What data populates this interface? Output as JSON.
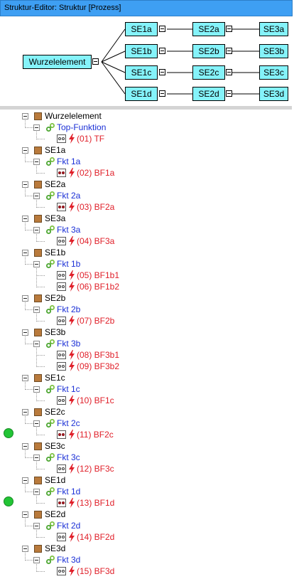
{
  "window": {
    "title": "Struktur-Editor: Struktur [Prozess]"
  },
  "diagram": {
    "root": "Wurzelelement",
    "rows": [
      [
        "SE1a",
        "SE2a",
        "SE3a"
      ],
      [
        "SE1b",
        "SE2b",
        "SE3b"
      ],
      [
        "SE1c",
        "SE2c",
        "SE3c"
      ],
      [
        "SE1d",
        "SE2d",
        "SE3d"
      ]
    ]
  },
  "tree": {
    "items": [
      {
        "kind": "se",
        "label": "Wurzelelement"
      },
      {
        "kind": "fn",
        "label": "Top-Funktion"
      },
      {
        "kind": "fm",
        "label": "(01) TF",
        "icon": "empty"
      },
      {
        "kind": "se",
        "label": "SE1a"
      },
      {
        "kind": "fn",
        "label": "Fkt 1a"
      },
      {
        "kind": "fm",
        "label": "(02) BF1a",
        "icon": "filled"
      },
      {
        "kind": "se",
        "label": "SE2a"
      },
      {
        "kind": "fn",
        "label": "Fkt 2a"
      },
      {
        "kind": "fm",
        "label": "(03) BF2a",
        "icon": "filled"
      },
      {
        "kind": "se",
        "label": "SE3a"
      },
      {
        "kind": "fn",
        "label": "Fkt 3a"
      },
      {
        "kind": "fm",
        "label": "(04) BF3a",
        "icon": "empty"
      },
      {
        "kind": "se",
        "label": "SE1b"
      },
      {
        "kind": "fn",
        "label": "Fkt 1b"
      },
      {
        "kind": "fm",
        "label": "(05) BF1b1",
        "icon": "empty"
      },
      {
        "kind": "fm",
        "label": "(06) BF1b2",
        "icon": "empty"
      },
      {
        "kind": "se",
        "label": "SE2b"
      },
      {
        "kind": "fn",
        "label": "Fkt 2b"
      },
      {
        "kind": "fm",
        "label": "(07) BF2b",
        "icon": "empty"
      },
      {
        "kind": "se",
        "label": "SE3b"
      },
      {
        "kind": "fn",
        "label": "Fkt 3b"
      },
      {
        "kind": "fm",
        "label": "(08) BF3b1",
        "icon": "empty"
      },
      {
        "kind": "fm",
        "label": "(09) BF3b2",
        "icon": "empty"
      },
      {
        "kind": "se",
        "label": "SE1c"
      },
      {
        "kind": "fn",
        "label": "Fkt 1c"
      },
      {
        "kind": "fm",
        "label": "(10) BF1c",
        "icon": "empty"
      },
      {
        "kind": "se",
        "label": "SE2c"
      },
      {
        "kind": "fn",
        "label": "Fkt 2c"
      },
      {
        "kind": "fm",
        "label": "(11) BF2c",
        "icon": "filled"
      },
      {
        "kind": "se",
        "label": "SE3c"
      },
      {
        "kind": "fn",
        "label": "Fkt 3c"
      },
      {
        "kind": "fm",
        "label": "(12) BF3c",
        "icon": "empty"
      },
      {
        "kind": "se",
        "label": "SE1d"
      },
      {
        "kind": "fn",
        "label": "Fkt 1d"
      },
      {
        "kind": "fm",
        "label": "(13) BF1d",
        "icon": "filled"
      },
      {
        "kind": "se",
        "label": "SE2d"
      },
      {
        "kind": "fn",
        "label": "Fkt 2d"
      },
      {
        "kind": "fm",
        "label": "(14) BF2d",
        "icon": "empty"
      },
      {
        "kind": "se",
        "label": "SE3d"
      },
      {
        "kind": "fn",
        "label": "Fkt 3d"
      },
      {
        "kind": "fm",
        "label": "(15) BF3d",
        "icon": "empty"
      }
    ]
  },
  "markers": [
    "green-dot",
    "green-dot"
  ],
  "colors": {
    "titlebar": "#3e9ff3",
    "node_fill": "#85f3fa",
    "structure_element": "#b97a3c",
    "function_text": "#1a2fd6",
    "failure_text": "#e0202a",
    "marker": "#22c435"
  }
}
